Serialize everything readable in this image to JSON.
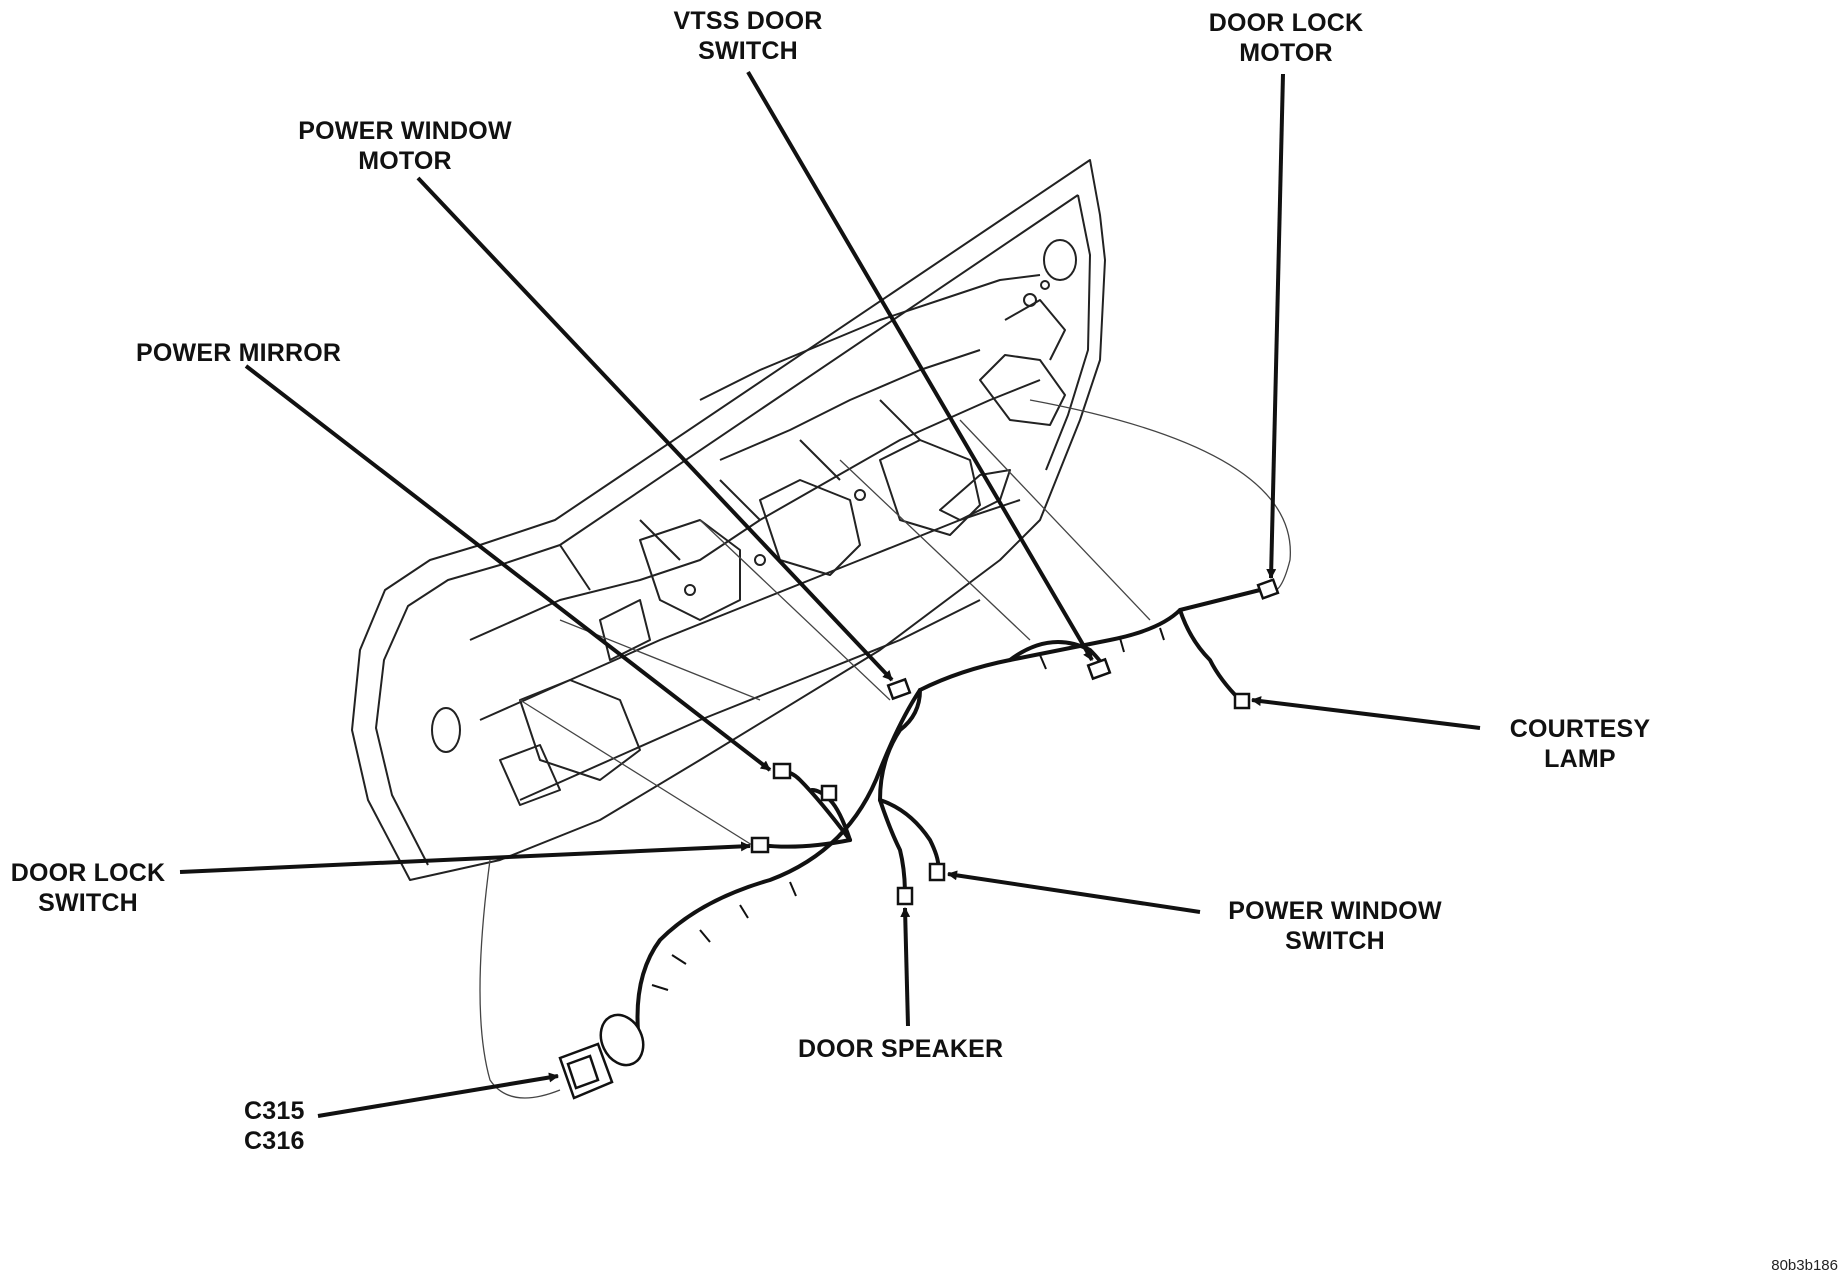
{
  "diagram": {
    "colors": {
      "ink": "#111111",
      "paper": "#ffffff"
    },
    "labels": {
      "vtss_door_switch": [
        "VTSS DOOR",
        "SWITCH"
      ],
      "door_lock_motor": [
        "DOOR LOCK",
        "MOTOR"
      ],
      "power_window_motor": [
        "POWER WINDOW",
        "MOTOR"
      ],
      "power_mirror": [
        "POWER MIRROR"
      ],
      "courtesy_lamp": [
        "COURTESY",
        "LAMP"
      ],
      "door_lock_switch": [
        "DOOR LOCK",
        "SWITCH"
      ],
      "power_window_switch": [
        "POWER WINDOW",
        "SWITCH"
      ],
      "door_speaker": [
        "DOOR SPEAKER"
      ],
      "connector": [
        "C315",
        "C316"
      ]
    },
    "figure_id": "80b3b186"
  }
}
